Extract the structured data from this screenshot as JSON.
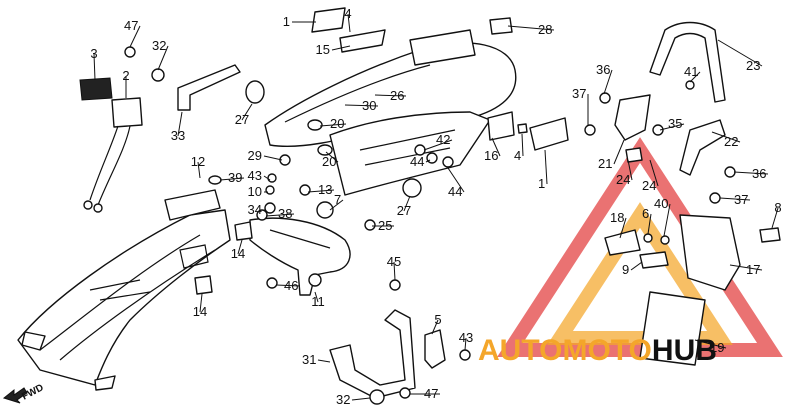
{
  "callouts": [
    "1",
    "4",
    "28",
    "15",
    "26",
    "30",
    "20",
    "20",
    "29",
    "43",
    "10",
    "34",
    "38",
    "39",
    "12",
    "13",
    "7",
    "14",
    "14",
    "11",
    "46",
    "45",
    "25",
    "27",
    "27",
    "33",
    "32",
    "47",
    "3",
    "2",
    "36",
    "41",
    "37",
    "23",
    "35",
    "22",
    "42",
    "44",
    "44",
    "16",
    "4",
    "1",
    "21",
    "24",
    "24",
    "36",
    "37",
    "40",
    "6",
    "18",
    "9",
    "17",
    "8",
    "19",
    "5",
    "43",
    "31",
    "32",
    "47"
  ],
  "watermark": {
    "word_a": "AUTO",
    "word_b": "MOTO",
    "word_c": "HUB",
    "color_primary": "#e23b3b",
    "color_secondary": "#f4a62a"
  },
  "direction_marker": "FWD"
}
